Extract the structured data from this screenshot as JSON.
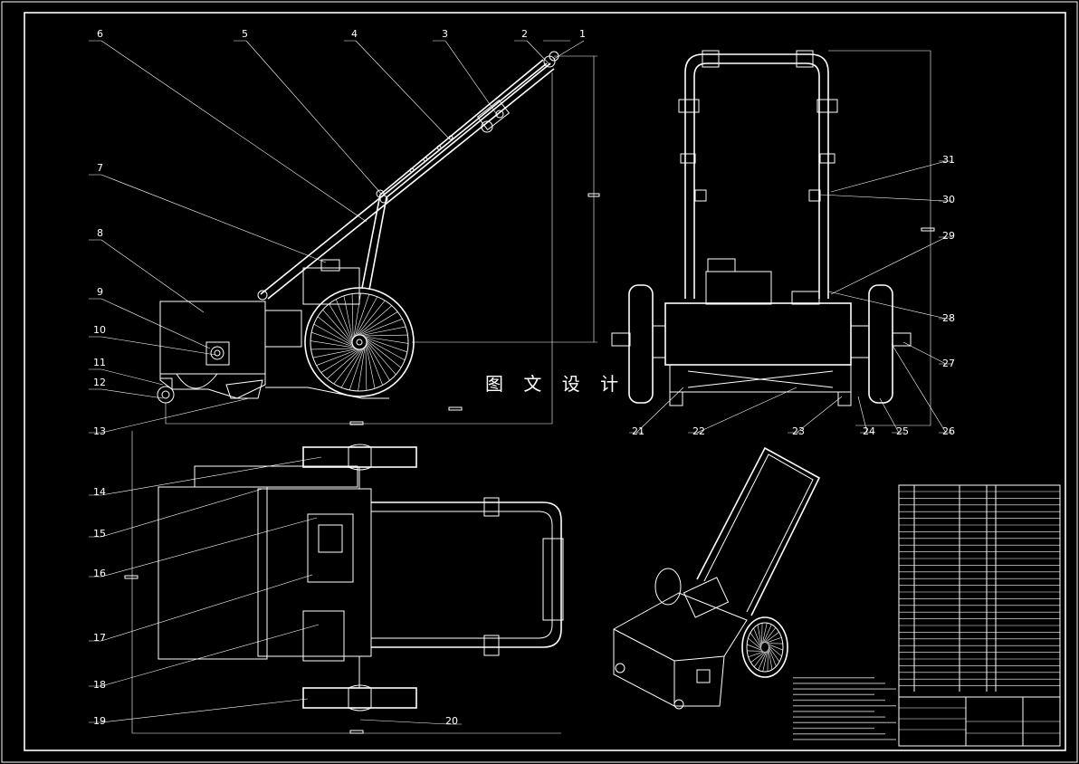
{
  "drawing": {
    "watermark": "图 文 设 计",
    "part_labels": [
      "1",
      "2",
      "3",
      "4",
      "5",
      "6",
      "7",
      "8",
      "9",
      "10",
      "11",
      "12",
      "13",
      "14",
      "15",
      "16",
      "17",
      "18",
      "19",
      "20",
      "21",
      "22",
      "23",
      "24",
      "25",
      "26",
      "27",
      "28",
      "29",
      "30",
      "31"
    ]
  },
  "colors": {
    "background": "#000000",
    "line": "#ffffff"
  }
}
